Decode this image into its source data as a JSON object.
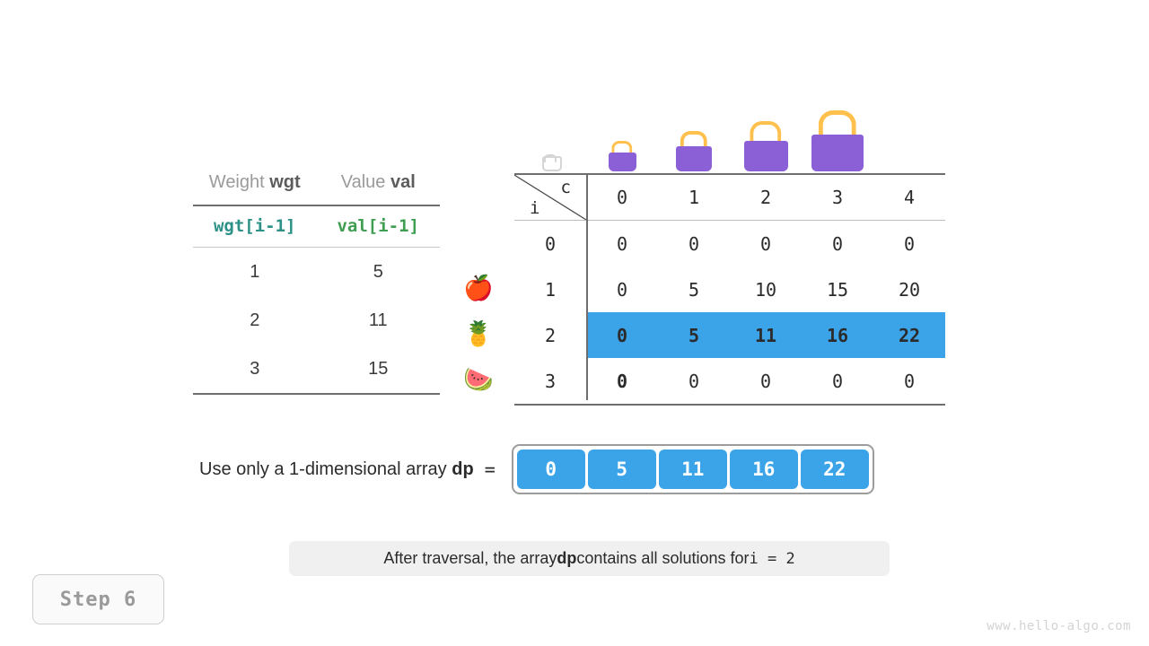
{
  "items_table": {
    "headers": [
      "Weight wgt",
      "Value val"
    ],
    "header_plain": [
      "Weight",
      "Value"
    ],
    "header_bold": [
      "wgt",
      "val"
    ],
    "code_row": [
      "wgt[i-1]",
      "val[i-1]"
    ],
    "rows": [
      {
        "wgt": "1",
        "val": "5",
        "fruit": "apple-icon",
        "glyph": "🍎"
      },
      {
        "wgt": "2",
        "val": "11",
        "fruit": "pineapple-icon",
        "glyph": "🍍"
      },
      {
        "wgt": "3",
        "val": "15",
        "fruit": "watermelon-icon",
        "glyph": "🍉"
      }
    ]
  },
  "dp_table": {
    "corner_col_label": "c",
    "corner_row_label": "i",
    "capacity_headers": [
      "0",
      "1",
      "2",
      "3",
      "4"
    ],
    "bag_sizes": [
      0,
      1,
      2,
      3,
      4
    ],
    "rows": [
      {
        "i": "0",
        "values": [
          "0",
          "0",
          "0",
          "0",
          "0"
        ],
        "state": "normal"
      },
      {
        "i": "1",
        "values": [
          "0",
          "5",
          "10",
          "15",
          "20"
        ],
        "state": "normal"
      },
      {
        "i": "2",
        "values": [
          "0",
          "5",
          "11",
          "16",
          "22"
        ],
        "state": "highlight"
      },
      {
        "i": "3",
        "values": [
          "0",
          "0",
          "0",
          "0",
          "0"
        ],
        "state": "partial"
      }
    ],
    "partial_filled_count": 1
  },
  "array_section": {
    "label_prefix": "Use only a 1-dimensional array ",
    "label_bold": "dp",
    "equals": "=",
    "values": [
      "0",
      "5",
      "11",
      "16",
      "22"
    ]
  },
  "caption": {
    "part1": "After traversal, the array ",
    "bold": "dp",
    "part2": " contains all solutions for ",
    "mono": "i = 2"
  },
  "step_badge": {
    "label": "Step 6"
  },
  "watermark": {
    "text": "www.hello-algo.com"
  },
  "colors": {
    "highlight_blue": "#3ba3e8",
    "wgt_teal": "#2e9187",
    "val_green": "#3f9e52",
    "bag_purple": "#8b5fd6",
    "bag_handle": "#ffc04d",
    "faded_grey": "#dcdcdc",
    "rule_dark": "#6e6e6e"
  }
}
